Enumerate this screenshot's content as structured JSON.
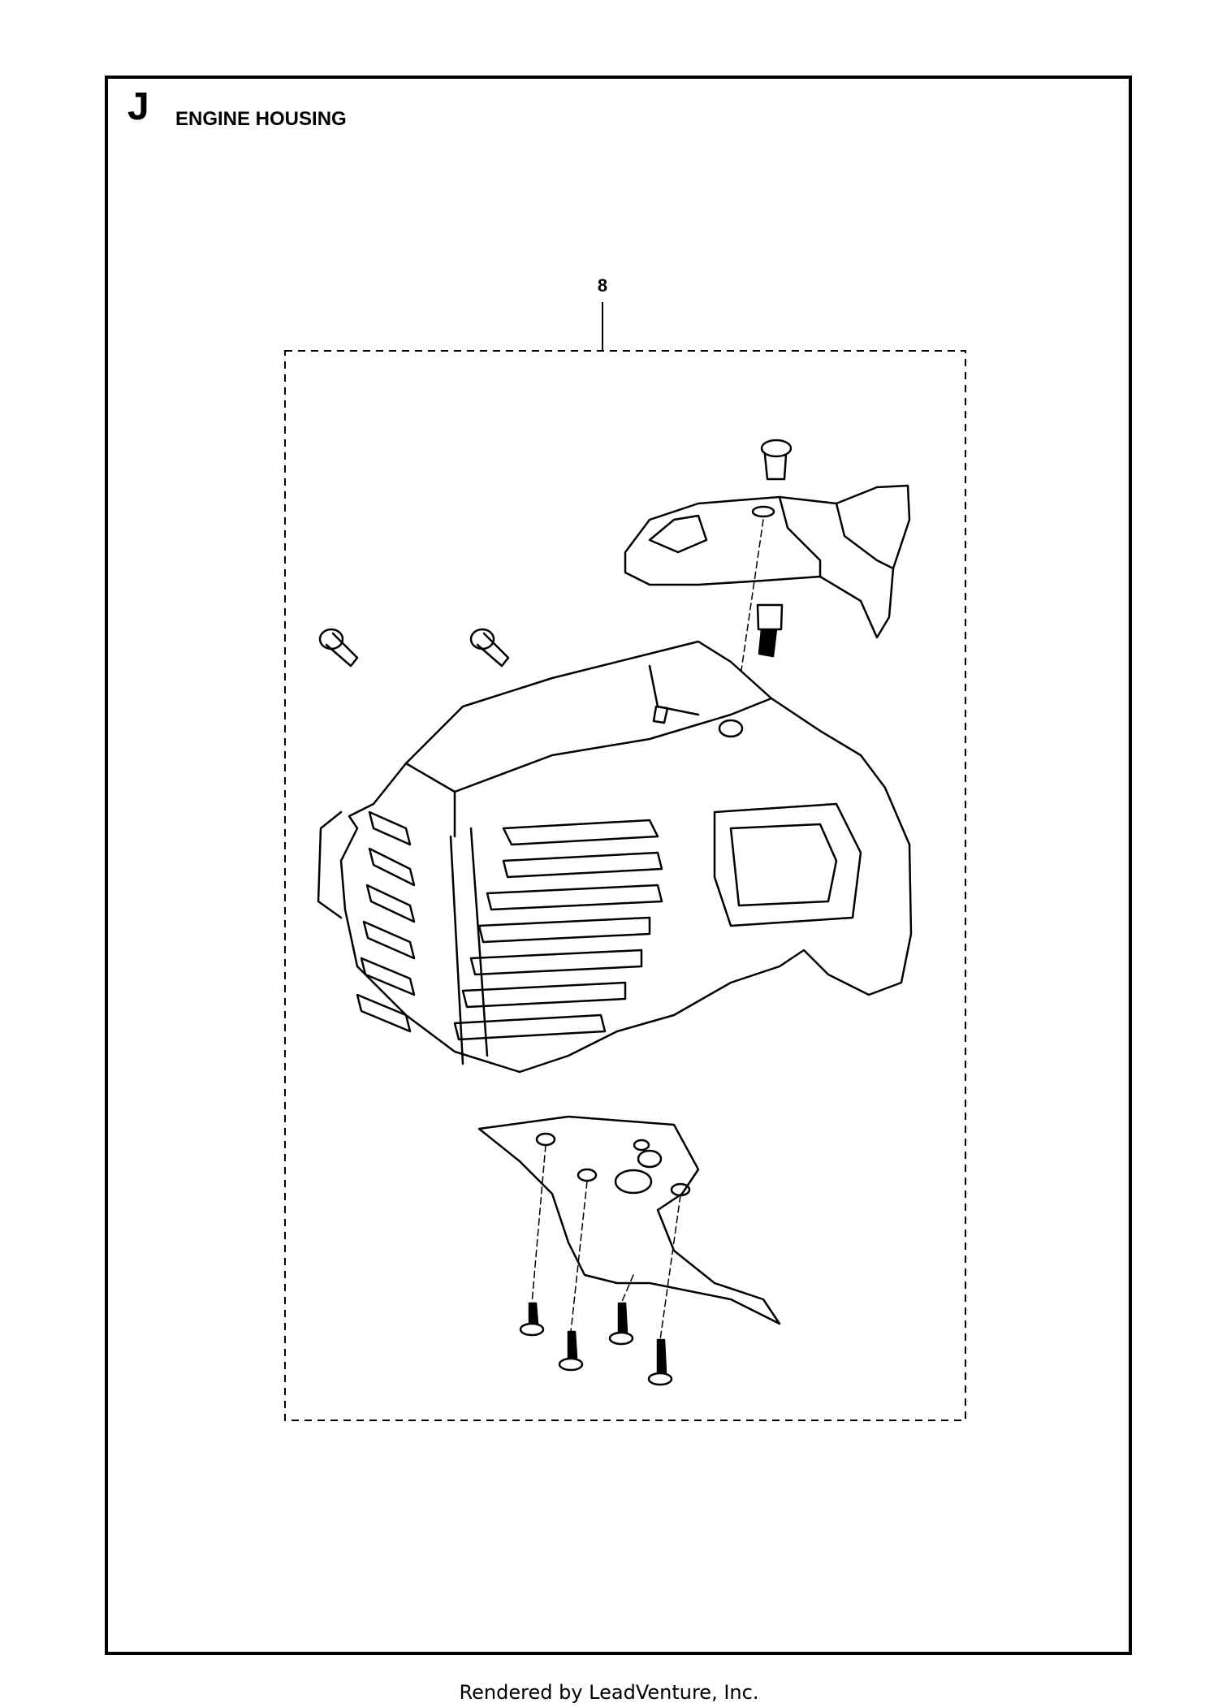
{
  "section": {
    "letter": "J",
    "title": "ENGINE HOUSING"
  },
  "callouts": [
    {
      "label": "8"
    }
  ],
  "footer": "Rendered by LeadVenture, Inc.",
  "colors": {
    "line": "#000000",
    "background": "#ffffff"
  }
}
